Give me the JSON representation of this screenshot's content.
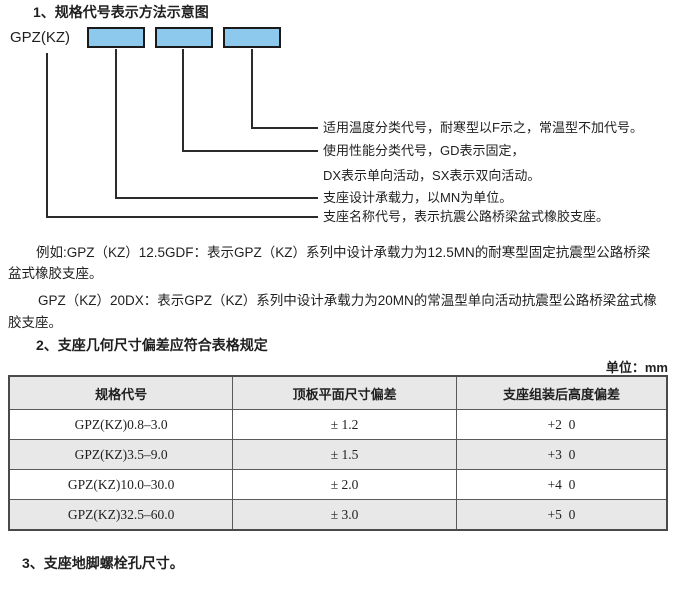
{
  "colors": {
    "box_fill": "#8CC9EC",
    "box_border": "#1A1A1A",
    "line": "#2B2B2B",
    "text": "#1F1F1F",
    "table_header_bg": "#E8E8E8",
    "table_alt_row_bg": "#E8E8E8",
    "table_border": "#4A4A4A"
  },
  "sections": {
    "s1": {
      "heading": "1、规格代号表示方法示意图"
    },
    "s2": {
      "heading": "2、支座几何尺寸偏差应符合表格规定"
    },
    "s3": {
      "heading": "3、支座地脚螺栓孔尺寸。"
    }
  },
  "diagram": {
    "prefix": "GPZ(KZ)",
    "labels": [
      "适用温度分类代号，耐寒型以F示之，常温型不加代号。",
      "使用性能分类代号，GD表示固定，",
      "DX表示单向活动，SX表示双向活动。",
      "支座设计承载力，以MN为单位。",
      "支座名称代号，表示抗震公路桥梁盆式橡胶支座。"
    ]
  },
  "examples": {
    "e1_line1": "例如:GPZ（KZ）12.5GDF：表示GPZ（KZ）系列中设计承载力为12.5MN的耐寒型固定抗震型公路桥梁",
    "e1_line2": "盆式橡胶支座。",
    "e2_line1": "GPZ（KZ）20DX：表示GPZ（KZ）系列中设计承载力为20MN的常温型单向活动抗震型公路桥梁盆式橡",
    "e2_line2": "胶支座。"
  },
  "table": {
    "unit_label": "单位：mm",
    "headers": [
      "规格代号",
      "顶板平面尺寸偏差",
      "支座组装后高度偏差"
    ],
    "rows": [
      {
        "code": "GPZ(KZ)0.8–3.0",
        "plan_dev": "± 1.2",
        "height_dev": "+2 0"
      },
      {
        "code": "GPZ(KZ)3.5–9.0",
        "plan_dev": "± 1.5",
        "height_dev": "+3 0"
      },
      {
        "code": "GPZ(KZ)10.0–30.0",
        "plan_dev": "± 2.0",
        "height_dev": "+4 0"
      },
      {
        "code": "GPZ(KZ)32.5–60.0",
        "plan_dev": "± 3.0",
        "height_dev": "+5 0"
      }
    ]
  }
}
